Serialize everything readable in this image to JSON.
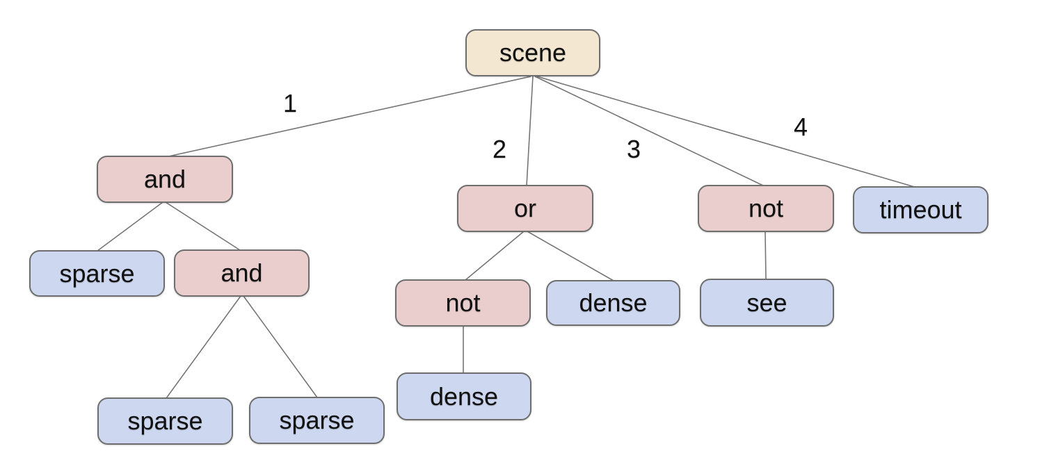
{
  "diagram": {
    "colors": {
      "background": "#ffffff",
      "root_fill": "#f3e7d2",
      "operator_fill": "#e9cecd",
      "leaf_fill": "#cdd8f0",
      "node_border": "#6e6e6e",
      "edge_line": "#757575",
      "text": "#111111"
    },
    "nodes": {
      "scene": {
        "label": "scene",
        "type": "root"
      },
      "and1": {
        "label": "and",
        "type": "operator"
      },
      "or1": {
        "label": "or",
        "type": "operator"
      },
      "not1": {
        "label": "not",
        "type": "operator"
      },
      "timeout": {
        "label": "timeout",
        "type": "leaf"
      },
      "sparse1": {
        "label": "sparse",
        "type": "leaf"
      },
      "and2": {
        "label": "and",
        "type": "operator"
      },
      "not2": {
        "label": "not",
        "type": "operator"
      },
      "dense1": {
        "label": "dense",
        "type": "leaf"
      },
      "see": {
        "label": "see",
        "type": "leaf"
      },
      "sparse2": {
        "label": "sparse",
        "type": "leaf"
      },
      "sparse3": {
        "label": "sparse",
        "type": "leaf"
      },
      "dense2": {
        "label": "dense",
        "type": "leaf"
      }
    },
    "edge_labels": [
      {
        "label": "1",
        "from": "scene",
        "to": "and1"
      },
      {
        "label": "2",
        "from": "scene",
        "to": "or1"
      },
      {
        "label": "3",
        "from": "scene",
        "to": "not1"
      },
      {
        "label": "4",
        "from": "scene",
        "to": "timeout"
      }
    ],
    "hierarchy": {
      "scene": [
        "and1",
        "or1",
        "not1",
        "timeout"
      ],
      "and1": [
        "sparse1",
        "and2"
      ],
      "and2": [
        "sparse2",
        "sparse3"
      ],
      "or1": [
        "not2",
        "dense1"
      ],
      "not2": [
        "dense2"
      ],
      "not1": [
        "see"
      ]
    }
  }
}
